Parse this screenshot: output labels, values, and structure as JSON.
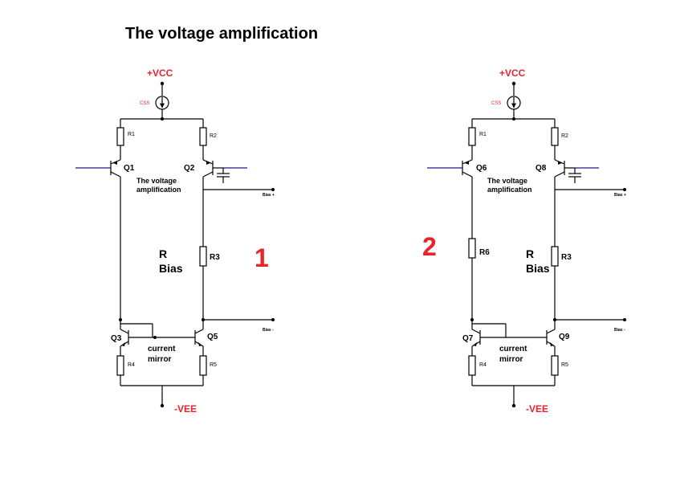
{
  "title": "The voltage amplification",
  "common": {
    "vcc": "+VCC",
    "vee": "-VEE",
    "css": "CSS",
    "amp_label_1": "The voltage",
    "amp_label_2": "amplification",
    "mirror_label_1": "current",
    "mirror_label_2": "mirror",
    "rbias_1": "R",
    "rbias_2": "Bias",
    "bias_plus": "Bias +",
    "bias_minus": "Bias -"
  },
  "circuit1": {
    "number": "1",
    "q_left": "Q1",
    "q_right": "Q2",
    "q_mirror_left": "Q3",
    "q_mirror_right": "Q5",
    "r_top_left": "R1",
    "r_top_right": "R2",
    "r_mid_right": "R3",
    "r_bot_left": "R4",
    "r_bot_right": "R5"
  },
  "circuit2": {
    "number": "2",
    "q_left": "Q6",
    "q_right": "Q8",
    "q_mirror_left": "Q7",
    "q_mirror_right": "Q9",
    "r_top_left": "R1",
    "r_top_right": "R2",
    "r_mid_left": "R6",
    "r_mid_right": "R3",
    "r_bot_left": "R4",
    "r_bot_right": "R5"
  },
  "colors": {
    "accent_red": "#e8232a",
    "wire": "#000000",
    "input_lead": "#1a1a8c"
  }
}
